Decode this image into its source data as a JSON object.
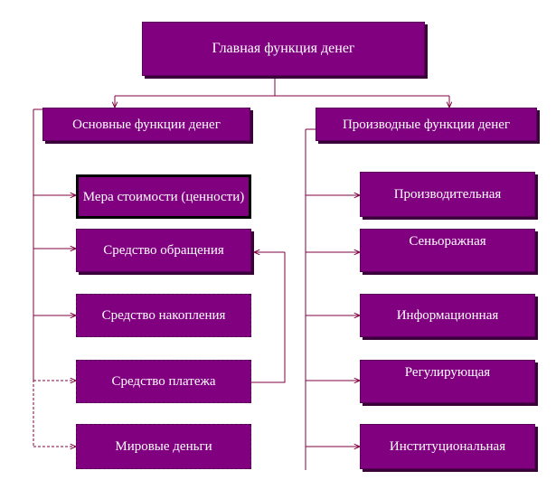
{
  "diagram": {
    "main": "Главная функция денег",
    "basic_group": "Основные функции денег",
    "derived_group": "Производные функции денег",
    "basic_items": [
      "Мера стоимости (ценности)",
      "Средство обращения",
      "Средство накопления",
      "Средство платежа",
      "Мировые деньги"
    ],
    "derived_items": [
      "Производительная",
      "Сеньоражная",
      "Информационная",
      "Регулирующая",
      "Институциональная"
    ]
  },
  "colors": {
    "box_fill": "#800080",
    "box_text": "#ffffff",
    "connector": "#800040",
    "thick_border": "#000000"
  }
}
